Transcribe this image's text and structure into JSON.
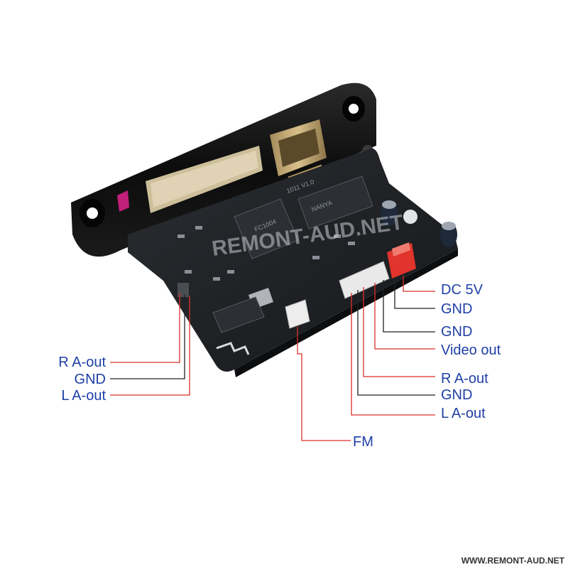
{
  "labels": {
    "dc5v": "DC 5V",
    "gnd_top": "GND",
    "gnd_2": "GND",
    "video_out": "Video out",
    "r_aout_right": "R A-out",
    "gnd_right": "GND",
    "l_aout_right": "L A-out",
    "fm": "FM",
    "r_aout_left": "R A-out",
    "gnd_left": "GND",
    "l_aout_left": "L A-out"
  },
  "chip_marks": {
    "main_chip": "FC1004",
    "flash_chip": "NANYA",
    "board_ver": "1011 V1.0"
  },
  "watermark": "REMONT-AUD.NET",
  "site_url": "WWW.REMONT-AUD.NET",
  "colors": {
    "label_text": "#1f3fa6",
    "leader_red": "#d9302a",
    "leader_black": "#222222",
    "pcb": "#1c1e21",
    "bezel": "#0c0c0c",
    "connector_red": "#e0342c"
  }
}
